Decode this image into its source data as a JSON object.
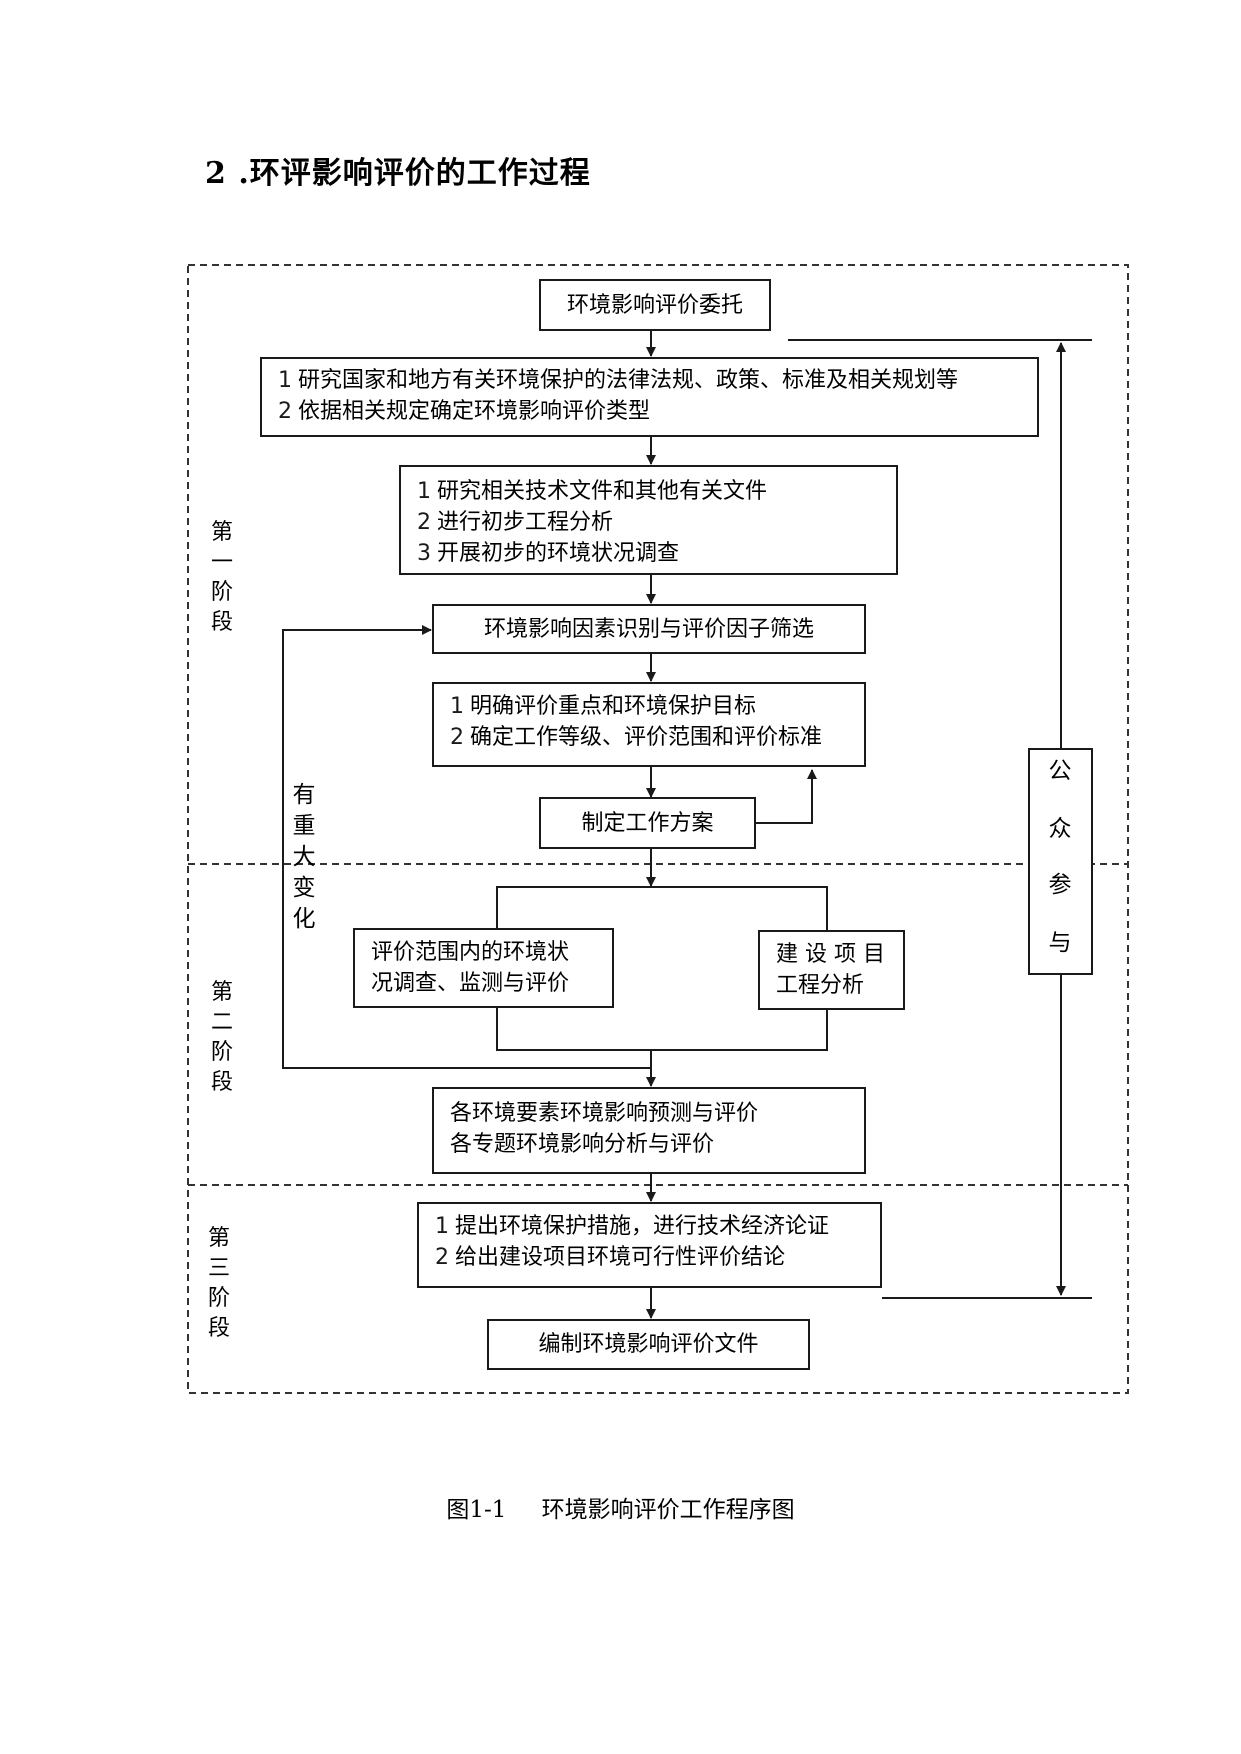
{
  "heading": "2 .环评影响评价的工作过程",
  "stages": [
    {
      "label": [
        "第",
        "一",
        "阶",
        "段"
      ]
    },
    {
      "label": [
        "第",
        "二",
        "阶",
        "段"
      ]
    },
    {
      "label": [
        "第",
        "三",
        "阶",
        "段"
      ]
    }
  ],
  "boxes": {
    "commission": "环境影响评价委托",
    "research_laws": [
      "研究国家和地方有关环境保护的法律法规、政策、标准及相关规划等",
      "依据相关规定确定环境影响评价类型"
    ],
    "research_docs": [
      "研究相关技术文件和其他有关文件",
      "进行初步工程分析",
      "开展初步的环境状况调查"
    ],
    "factor_screening": "环境影响因素识别与评价因子筛选",
    "clarify": [
      "明确评价重点和环境保护目标",
      "确定工作等级、评价范围和评价标准"
    ],
    "work_plan": "制定工作方案",
    "env_survey": [
      "评价范围内的环境状",
      "况调查、监测与评价"
    ],
    "project_analysis": [
      "建 设 项 目",
      "工程分析"
    ],
    "prediction": [
      "各环境要素环境影响预测与评价",
      "各专题环境影响分析与评价"
    ],
    "measures": [
      "提出环境保护措施，进行技术经济论证",
      "给出建设项目环境可行性评价结论"
    ],
    "document": "编制环境影响评价文件"
  },
  "feedback_label": [
    "有",
    "重",
    "大",
    "变",
    "化"
  ],
  "public_label": [
    "公",
    "众",
    "参",
    "与"
  ],
  "caption": {
    "number": "图1-1",
    "title": "环境影响评价工作程序图"
  }
}
